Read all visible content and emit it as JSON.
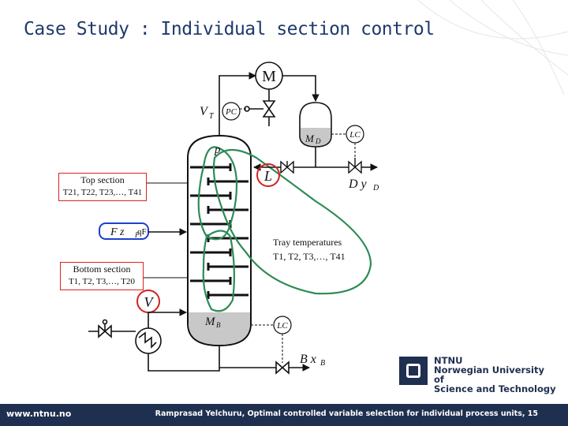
{
  "slide": {
    "title": "Case Study : Individual section control",
    "footer_url": "www.ntnu.no",
    "footer_text": "Ramprasad Yelchuru, Optimal controlled variable selection for individual process units, 15"
  },
  "logo": {
    "line1": "NTNU",
    "line2": "Norwegian University of",
    "line3": "Science and Technology"
  },
  "diagram": {
    "condenser_label": "M",
    "vt_label": "V",
    "vt_sub": "T",
    "pc_label": "PC",
    "lc_top_label": "LC",
    "md_label": "M",
    "md_sub": "D",
    "p_label": "p",
    "l_label": "L",
    "dyd_label": "D y",
    "dyd_sub": "D",
    "feed_label": "F z",
    "feed_sub": "F",
    "feed_q_label": "q",
    "feed_qf_box": "qF",
    "v_label": "V",
    "mb_label": "M",
    "mb_sub": "B",
    "lc_bottom_label": "LC",
    "bxb_label": "B x",
    "bxb_sub": "B",
    "top_section_title": "Top section",
    "top_section_temps": "T21, T22, T23,…, T41",
    "bottom_section_title": "Bottom section",
    "bottom_section_temps": "T1, T2, T3,…, T20",
    "tray_title": "Tray temperatures",
    "tray_temps": "T1, T2, T3,…, T41"
  },
  "colors": {
    "title": "#1f3a6b",
    "footer_bg": "#1f2f4f",
    "highlight_red": "#d22222",
    "highlight_blue": "#1f3fd0",
    "loop_green": "#2e8b57",
    "liquid_gray": "#c8c8c8"
  }
}
